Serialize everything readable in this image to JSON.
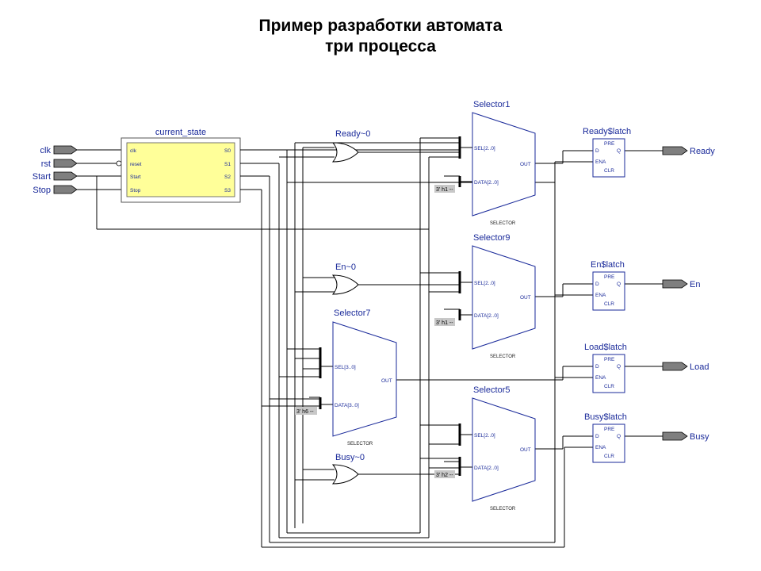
{
  "title": {
    "line1": "Пример разработки автомата",
    "line2": "три процесса"
  },
  "inputs": [
    "clk",
    "rst",
    "Start",
    "Stop"
  ],
  "outputs": [
    "Ready",
    "En",
    "Load",
    "Busy"
  ],
  "current_state": {
    "name": "current_state",
    "left_pins": [
      "clk",
      "reset",
      "Start",
      "Stop"
    ],
    "right_pins": [
      "S0",
      "S1",
      "S2",
      "S3"
    ]
  },
  "gates": {
    "ready": "Ready~0",
    "en": "En~0",
    "busy": "Busy~0"
  },
  "selectors": {
    "s1": {
      "name": "Selector1",
      "sel": "SEL[2..0]",
      "data": "DATA[2..0]",
      "out": "OUT",
      "caption": "SELECTOR",
      "const": "3' h1 --"
    },
    "s9": {
      "name": "Selector9",
      "sel": "SEL[2..0]",
      "data": "DATA[2..0]",
      "out": "OUT",
      "caption": "SELECTOR",
      "const": "3' h1 --"
    },
    "s7": {
      "name": "Selector7",
      "sel": "SEL[3..0]",
      "data": "DATA[3..0]",
      "out": "OUT",
      "caption": "SELECTOR",
      "const": "3' h6 --"
    },
    "s5": {
      "name": "Selector5",
      "sel": "SEL[2..0]",
      "data": "DATA[2..0]",
      "out": "OUT",
      "caption": "SELECTOR",
      "const": "3' h2 --"
    }
  },
  "latches": {
    "ready": {
      "name": "Ready$latch",
      "pre": "PRE",
      "d": "D",
      "q": "Q",
      "ena": "ENA",
      "clr": "CLR"
    },
    "en": {
      "name": "En$latch",
      "pre": "PRE",
      "d": "D",
      "q": "Q",
      "ena": "ENA",
      "clr": "CLR"
    },
    "load": {
      "name": "Load$latch",
      "pre": "PRE",
      "d": "D",
      "q": "Q",
      "ena": "ENA",
      "clr": "CLR"
    },
    "busy": {
      "name": "Busy$latch",
      "pre": "PRE",
      "d": "D",
      "q": "Q",
      "ena": "ENA",
      "clr": "CLR"
    }
  },
  "colors": {
    "block_fill": "#ffff99",
    "port_fill": "#7f7f7f",
    "const_fill": "#c8c8c8",
    "label_text": "#1a2a9a"
  }
}
